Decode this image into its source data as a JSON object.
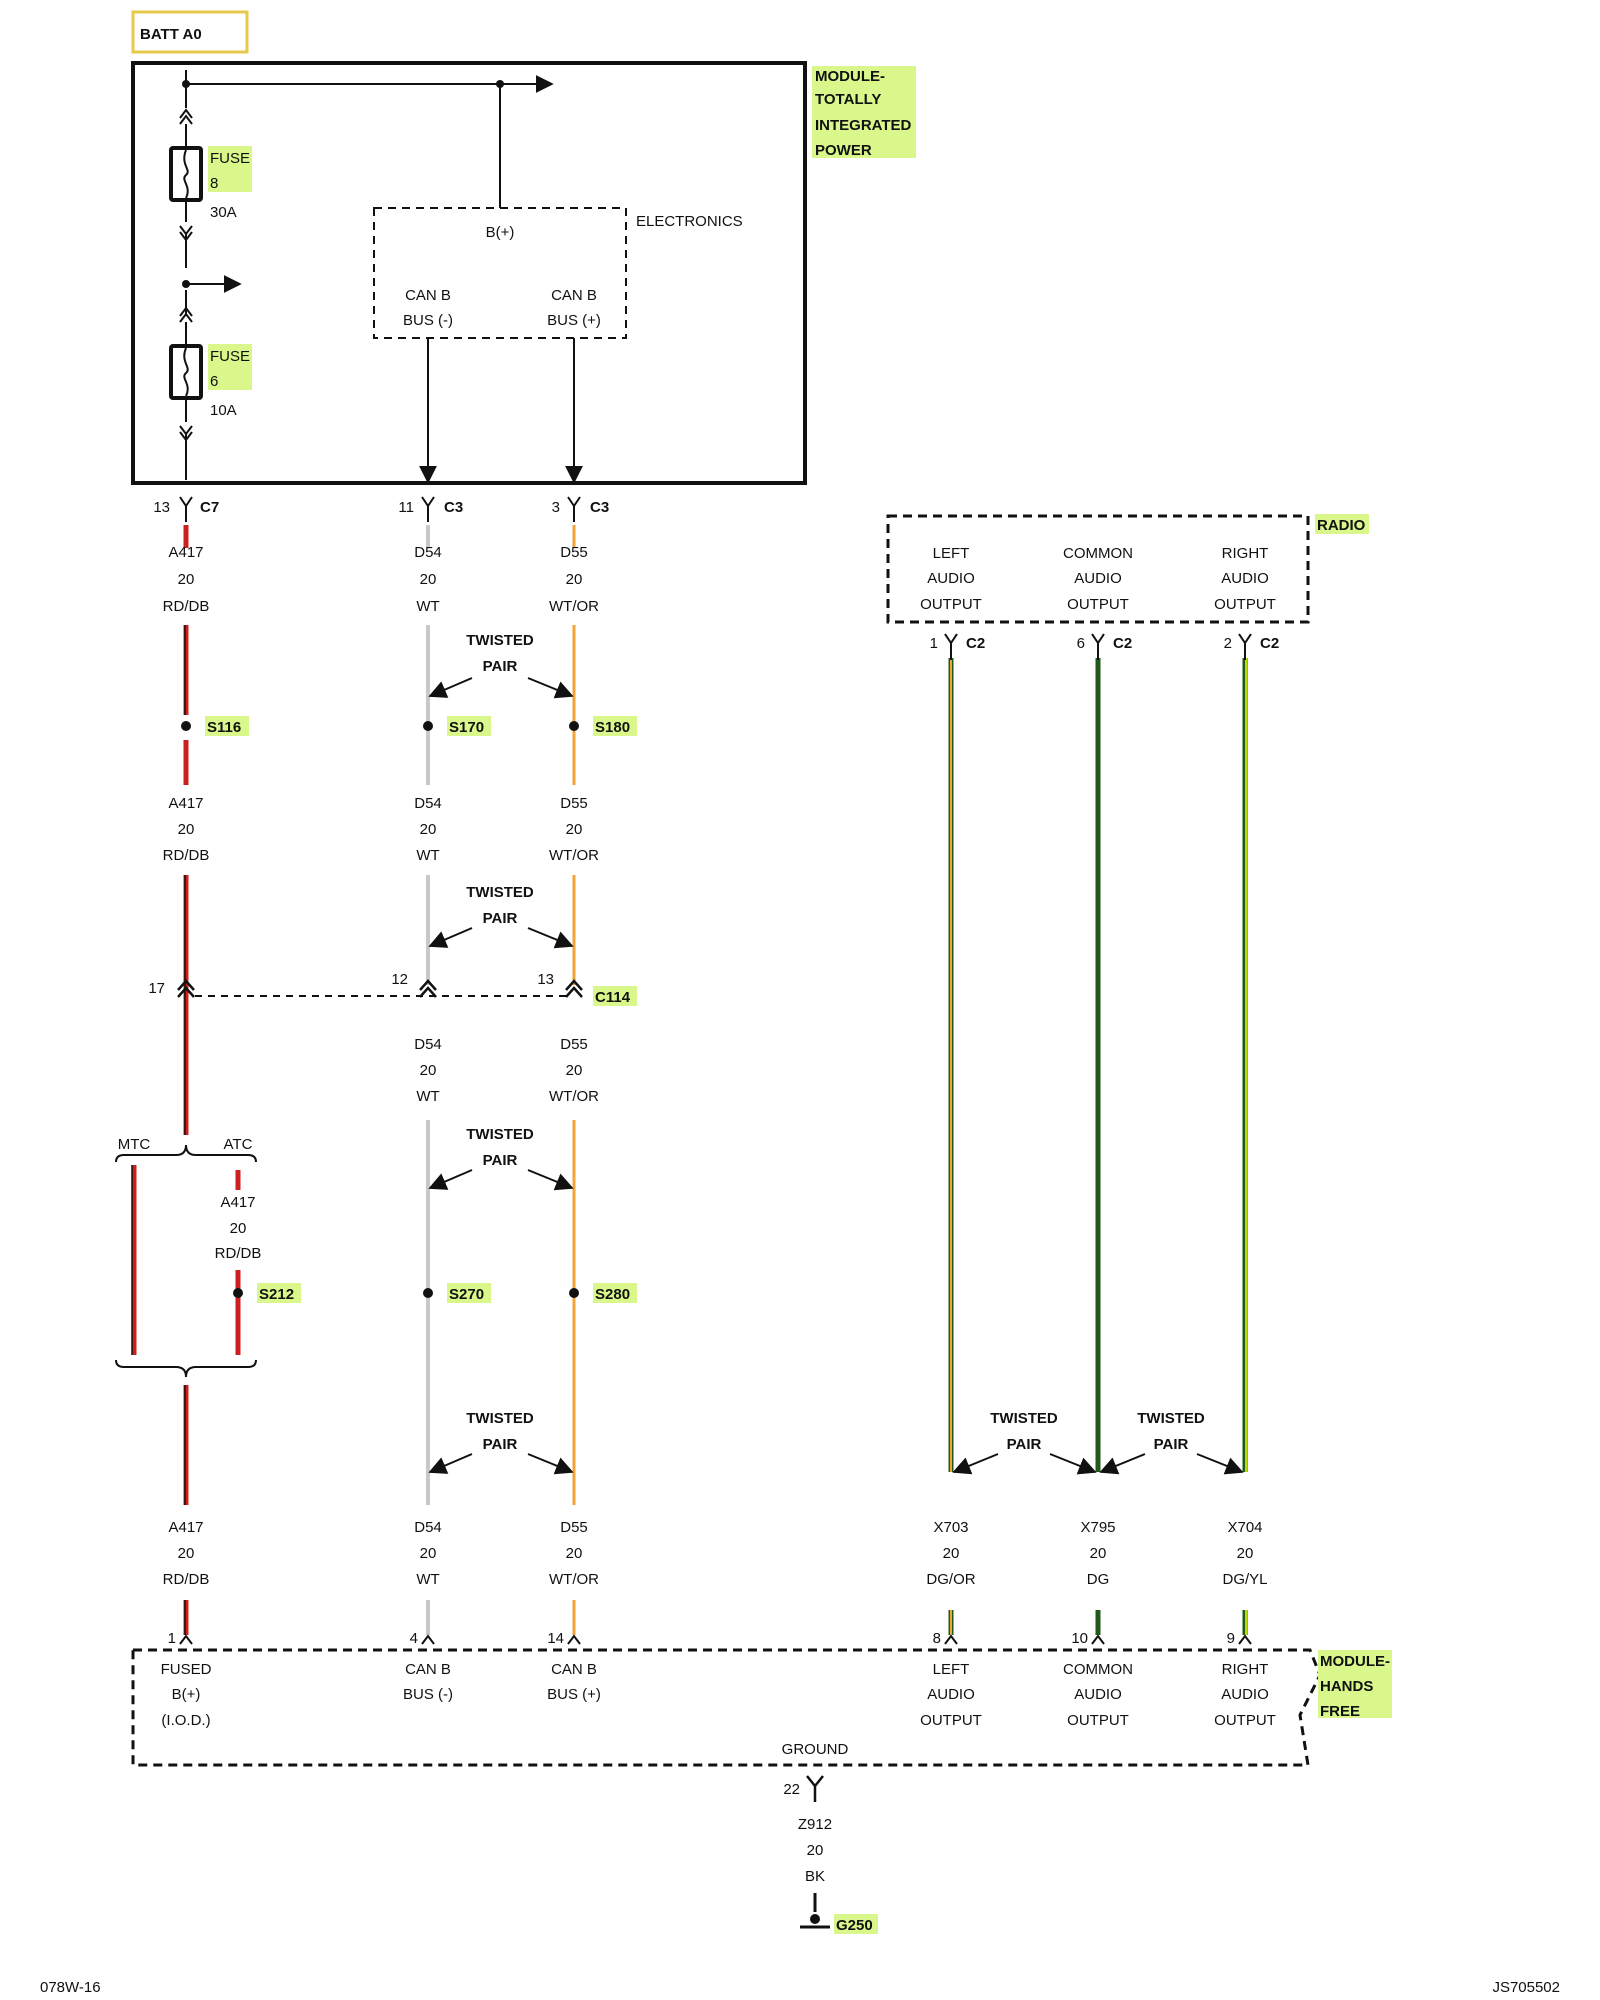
{
  "battery": {
    "label": "BATT A0"
  },
  "tip": {
    "name_lines": [
      "MODULE-",
      "TOTALLY",
      "INTEGRATED",
      "POWER"
    ],
    "fuse_top": {
      "label": "FUSE",
      "number": "8",
      "rating": "30A"
    },
    "fuse_bottom": {
      "label": "FUSE",
      "number": "6",
      "rating": "10A"
    },
    "electronics": {
      "label": "ELECTRONICS",
      "bplus": "B(+)",
      "canb_neg": [
        "CAN B",
        "BUS (-)"
      ],
      "canb_pos": [
        "CAN B",
        "BUS (+)"
      ]
    },
    "connectors": [
      {
        "pin": "13",
        "conn": "C7"
      },
      {
        "pin": "11",
        "conn": "C3"
      },
      {
        "pin": "3",
        "conn": "C3"
      }
    ]
  },
  "radio": {
    "name": "RADIO",
    "pins": [
      {
        "lines": [
          "LEFT",
          "AUDIO",
          "OUTPUT"
        ],
        "pin": "1",
        "conn": "C2"
      },
      {
        "lines": [
          "COMMON",
          "AUDIO",
          "OUTPUT"
        ],
        "pin": "6",
        "conn": "C2"
      },
      {
        "lines": [
          "RIGHT",
          "AUDIO",
          "OUTPUT"
        ],
        "pin": "2",
        "conn": "C2"
      }
    ]
  },
  "wire_labels": {
    "a417": [
      "A417",
      "20",
      "RD/DB"
    ],
    "d54": [
      "D54",
      "20",
      "WT"
    ],
    "d55": [
      "D55",
      "20",
      "WT/OR"
    ],
    "x703": [
      "X703",
      "20",
      "DG/OR"
    ],
    "x795": [
      "X795",
      "20",
      "DG"
    ],
    "x704": [
      "X704",
      "20",
      "DG/YL"
    ],
    "z912": [
      "Z912",
      "20",
      "BK"
    ]
  },
  "twisted_pair": [
    "TWISTED",
    "PAIR"
  ],
  "splices": {
    "s116": "S116",
    "s170": "S170",
    "s180": "S180",
    "s212": "S212",
    "s270": "S270",
    "s280": "S280"
  },
  "c114": {
    "name": "C114",
    "pins": [
      "17",
      "12",
      "13"
    ]
  },
  "options": {
    "mtc": "MTC",
    "atc": "ATC"
  },
  "hands_free": {
    "name_lines": [
      "MODULE-",
      "HANDS",
      "FREE"
    ],
    "pins": [
      {
        "pin": "1",
        "lines": [
          "FUSED",
          "B(+)",
          "(I.O.D.)"
        ]
      },
      {
        "pin": "4",
        "lines": [
          "CAN B",
          "BUS (-)"
        ]
      },
      {
        "pin": "14",
        "lines": [
          "CAN B",
          "BUS (+)"
        ]
      },
      {
        "pin": "8",
        "lines": [
          "LEFT",
          "AUDIO",
          "OUTPUT"
        ]
      },
      {
        "pin": "10",
        "lines": [
          "COMMON",
          "AUDIO",
          "OUTPUT"
        ]
      },
      {
        "pin": "9",
        "lines": [
          "RIGHT",
          "AUDIO",
          "OUTPUT"
        ]
      }
    ],
    "ground_label": "GROUND",
    "ground_pin": "22"
  },
  "ground": {
    "name": "G250"
  },
  "footer": {
    "left": "078W-16",
    "right": "JS705502"
  },
  "colors": {
    "red": "#cc1f1f",
    "white_wire": "#c8c8c8",
    "orange": "#f0a43a",
    "dark_green": "#1f5a1a",
    "yellow_green": "#b9e000",
    "highlight": "#d9f78a",
    "box_border": "#e8c84a"
  }
}
